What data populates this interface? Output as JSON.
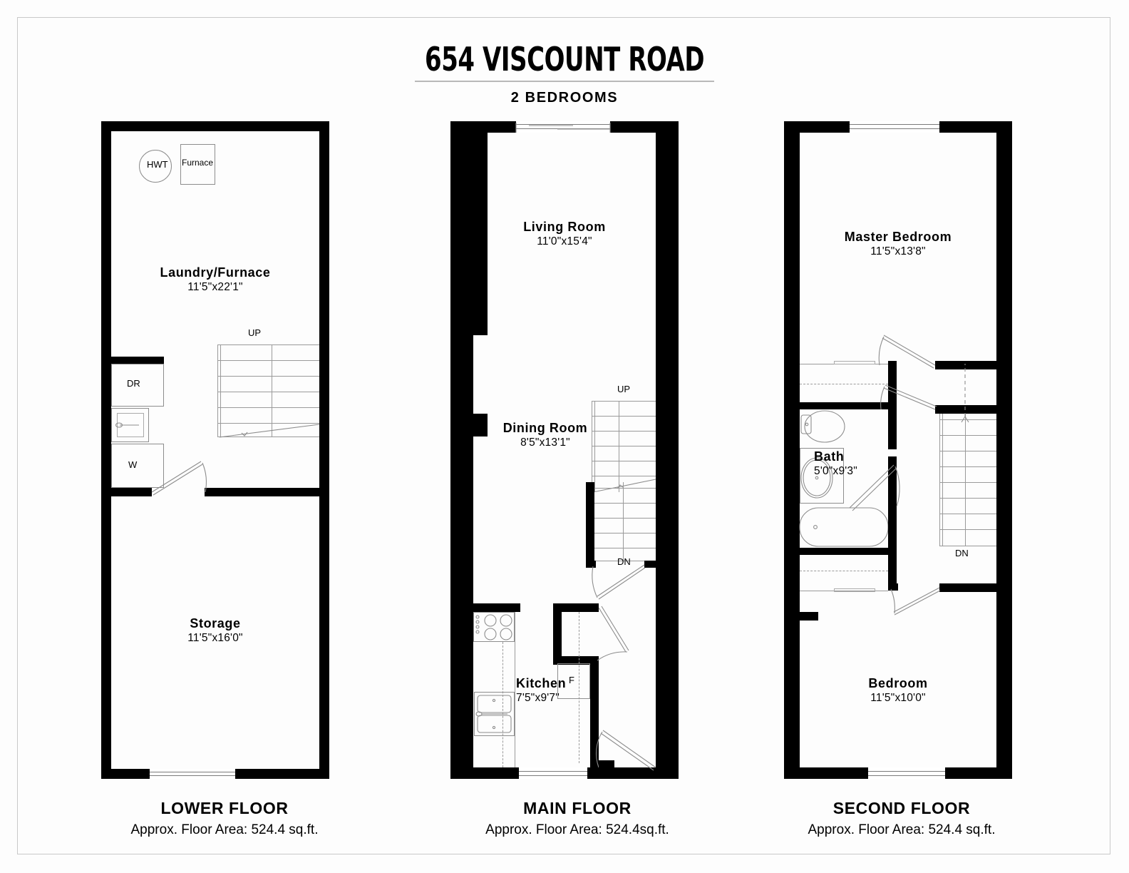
{
  "header": {
    "title": "654 VISCOUNT ROAD",
    "subtitle": "2 BEDROOMS"
  },
  "floors": [
    {
      "id": "lower",
      "caption_title": "LOWER FLOOR",
      "caption_area": "Approx. Floor Area: 524.4 sq.ft.",
      "rooms": [
        {
          "name": "Laundry/Furnace",
          "dim": "11'5\"x22'1\""
        },
        {
          "name": "Storage",
          "dim": "11'5\"x16'0\""
        }
      ],
      "fixtures": [
        {
          "label": "HWT",
          "type": "hot-water-tank"
        },
        {
          "label": "Furnace",
          "type": "furnace"
        },
        {
          "label": "DR",
          "type": "dryer"
        },
        {
          "label": "W",
          "type": "washer"
        },
        {
          "label": "UP",
          "type": "stair-direction"
        }
      ]
    },
    {
      "id": "main",
      "caption_title": "MAIN FLOOR",
      "caption_area": "Approx. Floor Area: 524.4sq.ft.",
      "rooms": [
        {
          "name": "Living Room",
          "dim": "11'0\"x15'4\""
        },
        {
          "name": "Dining Room",
          "dim": "8'5\"x13'1\""
        },
        {
          "name": "Kitchen",
          "dim": "7'5\"x9'7\""
        }
      ],
      "fixtures": [
        {
          "label": "UP",
          "type": "stair-direction"
        },
        {
          "label": "DN",
          "type": "stair-direction"
        },
        {
          "label": "F",
          "type": "fridge"
        }
      ]
    },
    {
      "id": "second",
      "caption_title": "SECOND FLOOR",
      "caption_area": "Approx. Floor Area: 524.4 sq.ft.",
      "rooms": [
        {
          "name": "Master Bedroom",
          "dim": "11'5\"x13'8\""
        },
        {
          "name": "Bath",
          "dim": "5'0\"x9'3\""
        },
        {
          "name": "Bedroom",
          "dim": "11'5\"x10'0\""
        }
      ],
      "fixtures": [
        {
          "label": "DN",
          "type": "stair-direction"
        }
      ]
    }
  ],
  "colors": {
    "wall": "#000000",
    "page": "#fdfdfd",
    "line": "#8d8d8d",
    "rule": "#b9b9b9"
  }
}
